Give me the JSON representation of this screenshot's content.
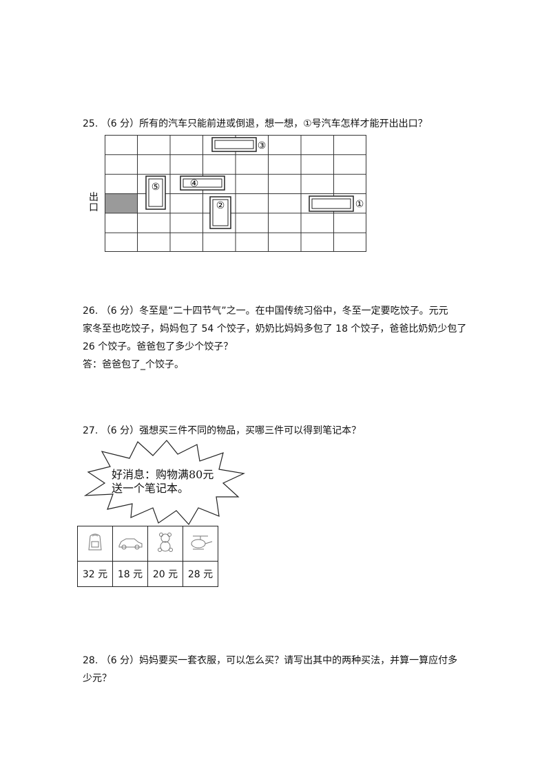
{
  "q25": {
    "line": "25. （6 分）所有的汽车只能前进或倒退，想一想，①号汽车怎样才能开出出口？",
    "exit_char_1": "出",
    "exit_char_2": "口",
    "cars": [
      {
        "label": "①"
      },
      {
        "label": "②"
      },
      {
        "label": "③"
      },
      {
        "label": "④"
      },
      {
        "label": "⑤"
      }
    ]
  },
  "q26": {
    "line1": "26. （6 分）冬至是“二十四节气”之一。在中国传统习俗中，冬至一定要吃饺子。元元",
    "line2": "家冬至也吃饺子，妈妈包了 54 个饺子，奶奶比妈妈多包了 18 个饺子，爸爸比奶奶少包了",
    "line3": "26 个饺子。爸爸包了多少个饺子？",
    "answer": "答：爸爸包了_个饺子。"
  },
  "q27": {
    "line": "27. （6 分）强想买三件不同的物品，买哪三件可以得到笔记本？",
    "burst_line1": "好消息：购物满80元",
    "burst_line2": "送一个笔记本。",
    "items": [
      {
        "icon": "backpack-icon",
        "price": "32 元"
      },
      {
        "icon": "toy-car-icon",
        "price": "18 元"
      },
      {
        "icon": "teddy-bear-icon",
        "price": "20 元"
      },
      {
        "icon": "toy-helicopter-icon",
        "price": "28 元"
      }
    ]
  },
  "q28": {
    "line1": "28. （6 分）妈妈要买一套衣服，可以怎么买？请写出其中的两种买法，并算一算应付多",
    "line2": "少元？"
  }
}
